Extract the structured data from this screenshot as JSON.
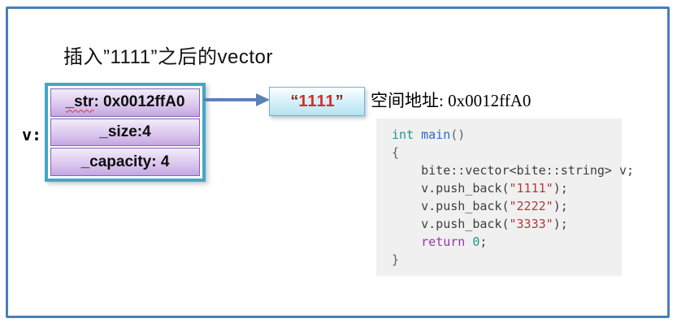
{
  "title": "插入”1111”之后的vector",
  "vector_box": {
    "label": "v:",
    "rows": [
      {
        "prefix": "_str",
        "rest": ": 0x0012ffA0",
        "misspelled": true
      },
      {
        "prefix": "_size",
        "rest": ":4",
        "misspelled": false
      },
      {
        "prefix": "_capacity",
        "rest": ": 4",
        "misspelled": false
      }
    ]
  },
  "value_box": {
    "open_quote": "“",
    "text": "1111",
    "close_quote": "”"
  },
  "address_line": {
    "label": "空间地址: ",
    "value": "0x0012ffA0"
  },
  "code_block": {
    "lines": [
      [
        {
          "text": "int",
          "style": "type"
        },
        {
          "text": " ",
          "style": "plain"
        },
        {
          "text": "main",
          "style": "func"
        },
        {
          "text": "()",
          "style": "punct"
        }
      ],
      [
        {
          "text": "{",
          "style": "punct"
        }
      ],
      [
        {
          "text": "    bite::vector<bite::string> v;",
          "style": "plain"
        }
      ],
      [
        {
          "text": "    v.push_back(",
          "style": "plain"
        },
        {
          "text": "\"1111\"",
          "style": "string"
        },
        {
          "text": ");",
          "style": "plain"
        }
      ],
      [
        {
          "text": "    v.push_back(",
          "style": "plain"
        },
        {
          "text": "\"2222\"",
          "style": "string"
        },
        {
          "text": ");",
          "style": "plain"
        }
      ],
      [
        {
          "text": "    v.push_back(",
          "style": "plain"
        },
        {
          "text": "\"3333\"",
          "style": "string"
        },
        {
          "text": ");",
          "style": "plain"
        }
      ],
      [
        {
          "text": "    ",
          "style": "plain"
        },
        {
          "text": "return",
          "style": "keyword"
        },
        {
          "text": " ",
          "style": "plain"
        },
        {
          "text": "0",
          "style": "type"
        },
        {
          "text": ";",
          "style": "plain"
        }
      ],
      [
        {
          "text": "}",
          "style": "punct"
        }
      ]
    ]
  },
  "colors": {
    "frame_border": "#4a7ebb",
    "struct_border_teal": "#44a7c4",
    "row_border_purple": "#8265b5",
    "row_gradient_top": "#f2ecfa",
    "row_gradient_bottom": "#c3a6e0",
    "arrow_blue": "#5b82b5",
    "value_text_red": "#d92b2b",
    "value_box_fill": "#b5e3f2",
    "code_background": "#f0f0f0",
    "token_type_teal": "#1f968c",
    "token_func_blue": "#2e68cc",
    "token_keyword_purple": "#9a35ad",
    "token_string_red": "#b23939",
    "squiggle_red": "#e03030"
  }
}
